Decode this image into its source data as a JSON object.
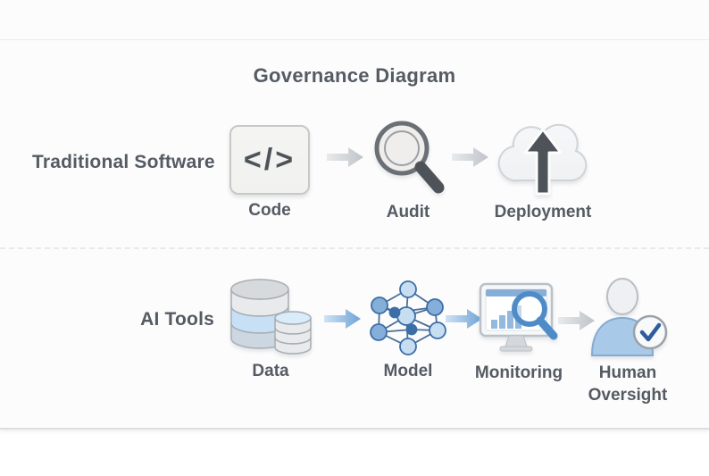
{
  "title": "Governance Diagram",
  "rows": [
    {
      "label": "Traditional Software",
      "steps": [
        {
          "name": "code",
          "label": "Code",
          "icon": "code-brackets-icon"
        },
        {
          "name": "audit",
          "label": "Audit",
          "icon": "magnifier-icon"
        },
        {
          "name": "deployment",
          "label": "Deployment",
          "icon": "cloud-upload-icon"
        }
      ],
      "arrows": [
        "gray",
        "gray"
      ]
    },
    {
      "label": "AI Tools",
      "steps": [
        {
          "name": "data",
          "label": "Data",
          "icon": "database-icon"
        },
        {
          "name": "model",
          "label": "Model",
          "icon": "neural-network-icon"
        },
        {
          "name": "monitoring",
          "label": "Monitoring",
          "icon": "monitor-magnifier-icon"
        },
        {
          "name": "human_oversight",
          "label": "Human Oversight",
          "icon": "person-check-icon"
        }
      ],
      "arrows": [
        "blue",
        "blue",
        "gray"
      ]
    }
  ],
  "icons": {
    "code_glyph": "</>"
  },
  "colors": {
    "text": "#555b63",
    "card_bg": "#fcfcfd",
    "hairline": "#ececec",
    "dashed_line": "#e9e9e9",
    "card_edge": "#dcdee2",
    "arrow_gray": "#bfc4c9",
    "arrow_gray_light": "#e8eaec",
    "arrow_blue": "#6fa3d6",
    "arrow_blue_light": "#cfe2f4",
    "icon_ink": "#4e535a",
    "code_box_fill": "#f1f1ef",
    "code_box_border": "#c8c8c5",
    "lens_fill": "#efeeec",
    "lens_ring": "#6b7076",
    "lens_inner": "#9b9fa4",
    "cloud_fill": "#eff1f3",
    "cloud_stroke": "#d0d4d9",
    "db_top": "#d7dadd",
    "db_gray": "#e8eaec",
    "db_blue": "#c8e0f5",
    "db_steel": "#ccd7e2",
    "db_small_top": "#d9ecf9",
    "db_stroke": "#a7adb3",
    "net_light": "#c7def2",
    "net_mid": "#85aed8",
    "net_dark": "#3c6ea8",
    "net_edge": "#4a6e96",
    "monitor_frame": "#f6f7f9",
    "monitor_stroke": "#bac0c7",
    "screen_bar": "#87aed6",
    "chart_bar": "#93b9de",
    "mag_blue": "#4f8cc7",
    "stand_fill": "#d4d8dc",
    "person_head": "#eef0f2",
    "person_head_stroke": "#b9bec4",
    "person_body": "#a9c9e9",
    "person_body_stroke": "#84aad3",
    "badge_fill": "#f7f9fb",
    "badge_stroke": "#9ba1a8",
    "check_blue": "#2e5d9d"
  }
}
